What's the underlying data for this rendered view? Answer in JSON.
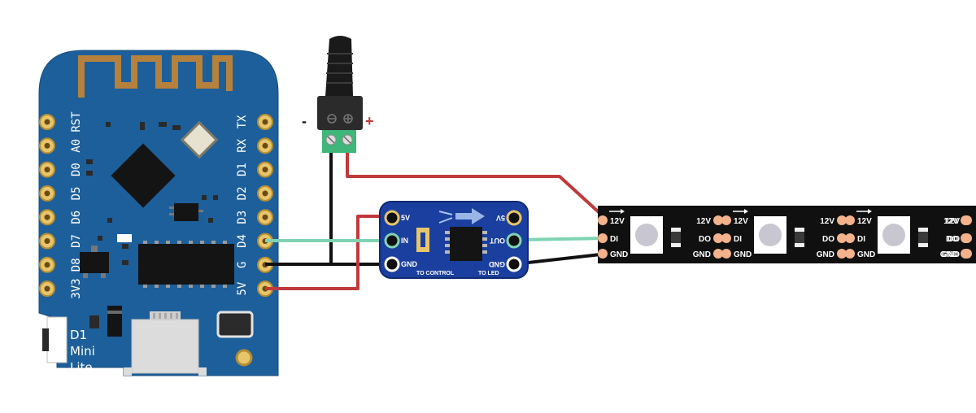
{
  "board": {
    "name_lines": [
      "D1",
      "Mini",
      "Lite"
    ],
    "left_pins": [
      "RST",
      "A0",
      "D0",
      "D5",
      "D6",
      "D7",
      "D8",
      "3V3"
    ],
    "right_pins": [
      "TX",
      "RX",
      "D1",
      "D2",
      "D3",
      "D4",
      "G",
      "5V"
    ]
  },
  "jack": {
    "minus": "-",
    "plus": "+"
  },
  "shifter": {
    "pins_left": [
      "5V",
      "IN",
      "GND"
    ],
    "pins_right": [
      "5V",
      "OUT",
      "GND"
    ],
    "labels": [
      "TO CONTROL",
      "TO LED"
    ]
  },
  "strip": {
    "pins_right": [
      "12V",
      "DI",
      "GND"
    ],
    "pins_left": [
      "12V",
      "DO",
      "GND"
    ]
  },
  "colors": {
    "board": "#1d5f9a",
    "wire_red": "#c0393b",
    "wire_black": "#111111",
    "wire_data": "#7fd3b3",
    "strip_pad": "#f3b28c",
    "terminal": "#3fb67a"
  }
}
